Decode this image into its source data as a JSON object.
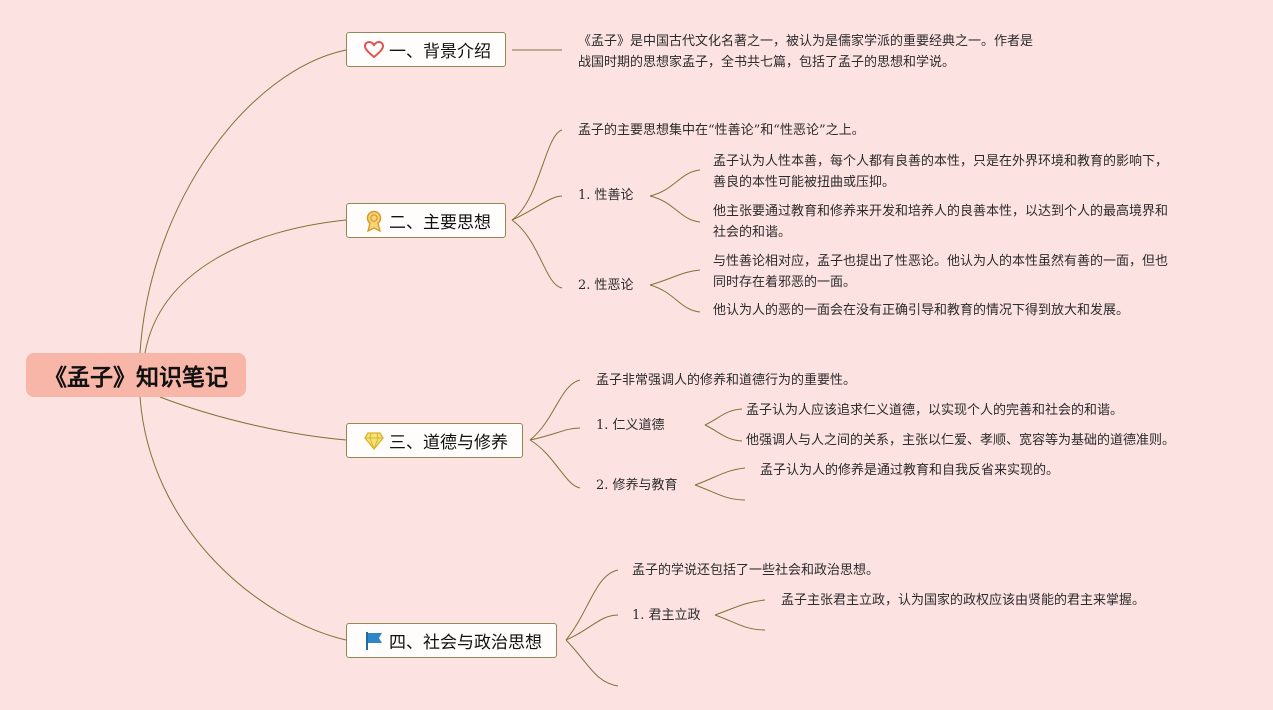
{
  "root": {
    "title": "《孟子》知识笔记"
  },
  "branches": [
    {
      "title": "一、背景介绍",
      "icon": "heart-icon",
      "leaves": [
        {
          "text": "《孟子》是中国古代文化名著之一，被认为是儒家学派的重要经典之一。作者是\n战国时期的思想家孟子，全书共七篇，包括了孟子的思想和学说。"
        }
      ]
    },
    {
      "title": "二、主要思想",
      "icon": "award-icon",
      "intro": "孟子的主要思想集中在“性善论”和“性恶论”之上。",
      "subs": [
        {
          "label": "1. 性善论",
          "items": [
            "孟子认为人性本善，每个人都有良善的本性，只是在外界环境和教育的影响下，\n善良的本性可能被扭曲或压抑。",
            "他主张要通过教育和修养来开发和培养人的良善本性，以达到个人的最高境界和\n社会的和谐。"
          ]
        },
        {
          "label": "2. 性恶论",
          "items": [
            "与性善论相对应，孟子也提出了性恶论。他认为人的本性虽然有善的一面，但也\n同时存在着邪恶的一面。",
            "他认为人的恶的一面会在没有正确引导和教育的情况下得到放大和发展。"
          ]
        }
      ]
    },
    {
      "title": "三、道德与修养",
      "icon": "diamond-icon",
      "intro": "孟子非常强调人的修养和道德行为的重要性。",
      "subs": [
        {
          "label": "1. 仁义道德",
          "items": [
            "孟子认为人应该追求仁义道德，以实现个人的完善和社会的和谐。",
            "他强调人与人之间的关系，主张以仁爱、孝顺、宽容等为基础的道德准则。"
          ]
        },
        {
          "label": "2. 修养与教育",
          "items": [
            "孟子认为人的修养是通过教育和自我反省来实现的。"
          ]
        }
      ]
    },
    {
      "title": "四、社会与政治思想",
      "icon": "flag-icon",
      "intro": "孟子的学说还包括了一些社会和政治思想。",
      "subs": [
        {
          "label": "1. 君主立政",
          "items": [
            "孟子主张君主立政，认为国家的政权应该由贤能的君主来掌握。"
          ]
        }
      ]
    }
  ],
  "colors": {
    "background": "#fde2e2",
    "root_fill": "#f7b6a8",
    "line": "#7d7434",
    "heart": "#e0544f",
    "award": "#e8b23a",
    "diamond": "#f2d23c",
    "flag": "#2e86c9"
  }
}
